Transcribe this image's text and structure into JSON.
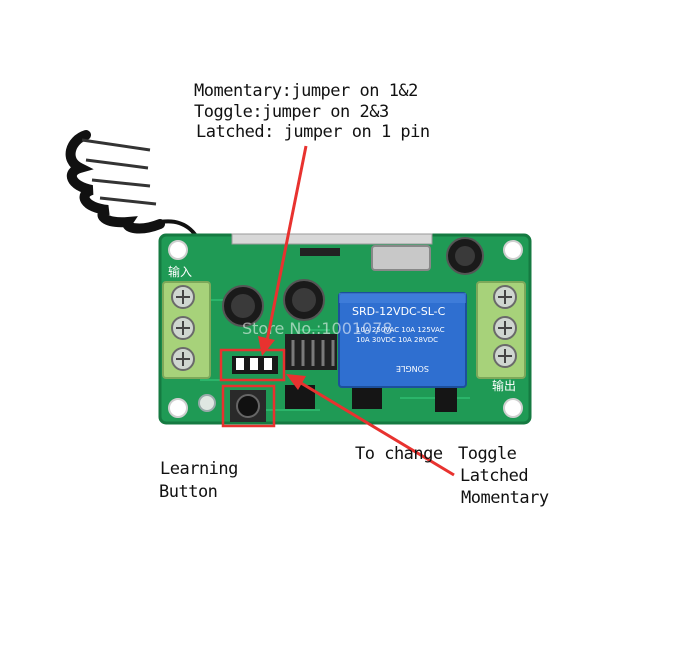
{
  "annotations": {
    "jumper_modes": [
      "Momentary:jumper on 1&2",
      "Toggle:jumper on 2&3",
      "Latched: jumper on 1 pin"
    ],
    "learning_label": [
      "Learning",
      "Button"
    ],
    "change_label": "To change",
    "modes_list": [
      "Toggle",
      "Latched",
      "Momentary"
    ]
  },
  "board": {
    "relay_text": "SRD-12VDC-SL-C",
    "relay_brand": "SONGLE",
    "input_label": "输入",
    "output_label": "输出",
    "watermark": "Store No.:1001078",
    "relay_ratings": [
      "10A 250VAC 10A 125VAC",
      "10A 30VDC 10A 28VDC"
    ]
  },
  "colors": {
    "pcb": "#1f9a55",
    "pcb_dark": "#157a41",
    "relay": "#2f6fd0",
    "terminal": "#a7d27a",
    "arrow": "#e8322f"
  }
}
